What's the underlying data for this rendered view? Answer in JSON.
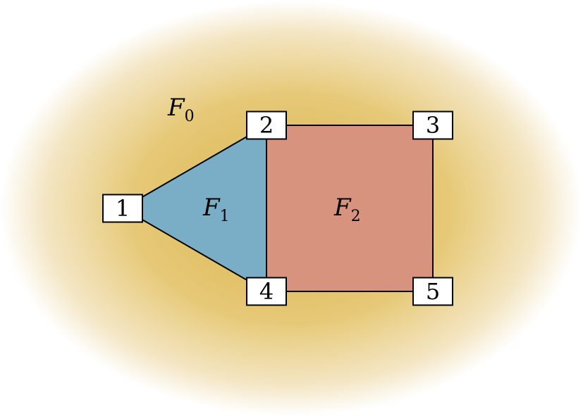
{
  "colors": {
    "glow": "#e0bd5c",
    "face1": "#7aaec6",
    "face2": "#d8937e",
    "edge": "#000000",
    "node_fill": "#ffffff"
  },
  "faces": [
    {
      "id": "F0",
      "base": "F",
      "sub": "0"
    },
    {
      "id": "F1",
      "base": "F",
      "sub": "1"
    },
    {
      "id": "F2",
      "base": "F",
      "sub": "2"
    }
  ],
  "nodes": [
    {
      "label": "1"
    },
    {
      "label": "2"
    },
    {
      "label": "3"
    },
    {
      "label": "4"
    },
    {
      "label": "5"
    }
  ],
  "edges": [
    [
      "1",
      "2"
    ],
    [
      "1",
      "4"
    ],
    [
      "2",
      "3"
    ],
    [
      "2",
      "4"
    ],
    [
      "3",
      "5"
    ],
    [
      "4",
      "5"
    ]
  ]
}
